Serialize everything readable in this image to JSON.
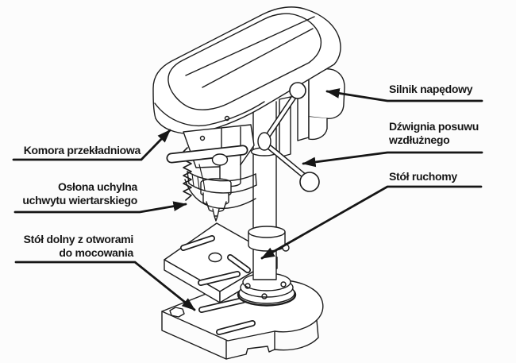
{
  "figure": {
    "kind": "technical line diagram",
    "subject": "bench drill press with labeled parts",
    "background_color": "#fcfcfc",
    "line_color": "#1c1c1c",
    "text_color": "#161616"
  },
  "labels": {
    "komora": {
      "lines": [
        "Komora przekładniowa"
      ]
    },
    "oslona": {
      "lines": [
        "Osłona uchylna",
        "uchwytu wiertarskiego"
      ]
    },
    "stol_dolny": {
      "lines": [
        "Stół dolny z otworami",
        "do mocowania"
      ]
    },
    "silnik": {
      "lines": [
        "Silnik napędowy"
      ]
    },
    "dzwignia": {
      "lines": [
        "Dźwignia posuwu",
        "wzdłużnego"
      ]
    },
    "stol_ruchomy": {
      "lines": [
        "Stół ruchomy"
      ]
    }
  }
}
